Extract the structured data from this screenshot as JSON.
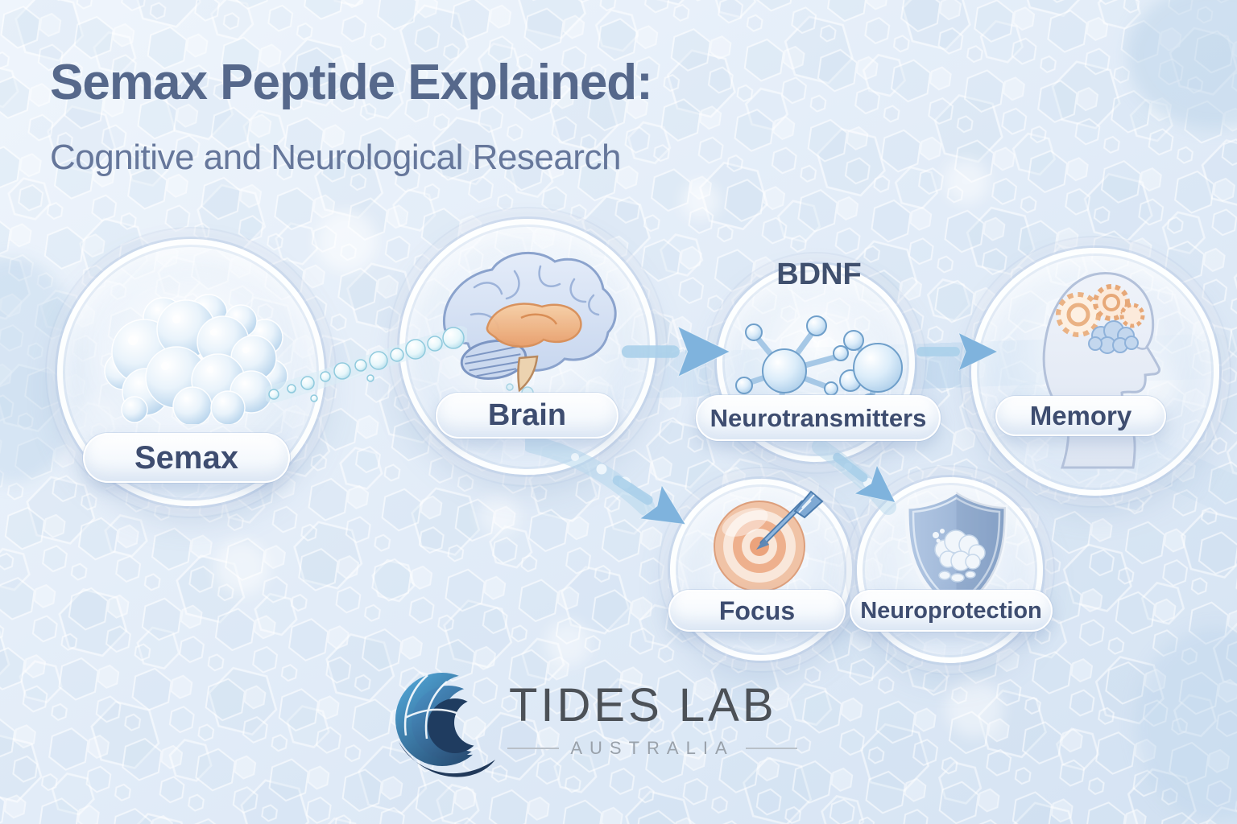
{
  "header": {
    "title": "Semax Peptide Explained:",
    "subtitle": "Cognitive and Neurological Research"
  },
  "diagram": {
    "annotation_bdnf": "BDNF",
    "nodes": {
      "semax": {
        "label": "Semax",
        "icon": "peptide-bubble-cluster-icon"
      },
      "brain": {
        "label": "Brain",
        "icon": "brain-icon"
      },
      "neurotransmitters": {
        "label": "Neurotransmitters",
        "icon": "molecules-icon"
      },
      "memory": {
        "label": "Memory",
        "icon": "head-profile-gears-icon"
      },
      "focus": {
        "label": "Focus",
        "icon": "target-dart-icon"
      },
      "neuroprotection": {
        "label": "Neuroprotection",
        "icon": "shield-brain-icon"
      }
    },
    "arrows": [
      {
        "from": "semax",
        "to": "brain",
        "style": "bubble-trail"
      },
      {
        "from": "brain",
        "to": "neurotransmitters",
        "style": "solid-right"
      },
      {
        "from": "neurotransmitters",
        "to": "memory",
        "style": "solid-right"
      },
      {
        "from": "brain",
        "to": "focus",
        "style": "curved-down-right"
      },
      {
        "from": "neurotransmitters",
        "to": "neuroprotection",
        "style": "curved-down-right"
      }
    ]
  },
  "footer": {
    "brand": "TIDES LAB",
    "region": "AUSTRALIA"
  },
  "colors": {
    "background": "#e3edf8",
    "title_text": "#56688b",
    "subtitle_text": "#66779b",
    "label_text": "#3e4d70",
    "bdnf_text": "#40506e",
    "arrow_blue": "#7fb3dd",
    "arrow_tail_blue": "#a9cfe9",
    "sphere_blue": "#9cc3e4",
    "limbic_orange": "#eda76f",
    "target_peach": "#eeb08d",
    "shield_blue": "#8ea9ce",
    "logo_navy": "#1f3c60",
    "logo_sky": "#4fa8dc",
    "brand_text": "#4c5157",
    "region_text": "#99a1aa"
  }
}
